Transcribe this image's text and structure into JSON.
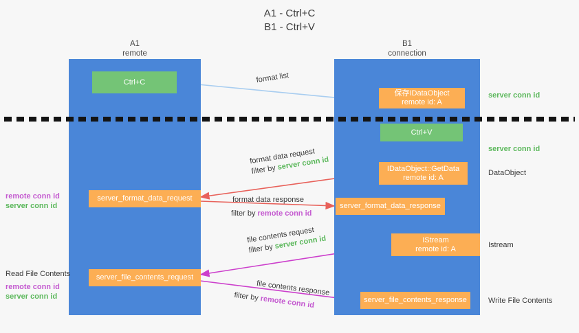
{
  "title": {
    "line1": "A1 - Ctrl+C",
    "line2": "B1 - Ctrl+V"
  },
  "colors": {
    "lane": "#4a86d8",
    "green_node": "#74c476",
    "orange_node": "#fcae54",
    "server_conn_id": "#5cb85c",
    "remote_conn_id": "#c45ad0",
    "format_list_arrow": "#a8cdf0",
    "format_data_arrow": "#e8615a",
    "file_contents_arrow": "#cc3fcc",
    "black_arrow": "#1a1a1a",
    "background": "#f7f7f7"
  },
  "columns": [
    {
      "name": "A1",
      "sub": "remote"
    },
    {
      "name": "B1",
      "sub": "connection"
    }
  ],
  "nodes": {
    "ctrl_c": {
      "label": "Ctrl+C"
    },
    "set_dataobject": {
      "line1": "保存IDataObject",
      "line2": "remote id: A"
    },
    "ctrl_v": {
      "label": "Ctrl+V"
    },
    "getdata": {
      "line1": "IDataObject::GetData",
      "line2": "remote id: A"
    },
    "server_format_data_request": {
      "label": "server_format_data_request"
    },
    "server_format_data_response": {
      "label": "server_format_data_response"
    },
    "istream": {
      "line1": "IStream",
      "line2": "remote id: A"
    },
    "server_file_contents_request": {
      "label": "server_file_contents_request"
    },
    "server_file_contents_response": {
      "label": "server_file_contents_response"
    }
  },
  "right_labels": [
    {
      "text": "server conn id",
      "style": "green"
    },
    {
      "text": "server conn id",
      "style": "green"
    },
    {
      "text": "DataObject",
      "style": "plain"
    },
    {
      "text": "Istream",
      "style": "plain"
    },
    {
      "text": "Write File Contents",
      "style": "plain"
    }
  ],
  "left_labels": {
    "group1": {
      "remote": "remote conn id",
      "server": "server conn id"
    },
    "read_file_contents": "Read File Contents",
    "group2": {
      "remote": "remote conn id",
      "server": "server conn id"
    }
  },
  "flows": [
    {
      "id": "format_list",
      "text": "format list"
    },
    {
      "id": "format_data_request",
      "line1": "format data request",
      "filter_prefix": "filter by ",
      "filter_value": "server conn id",
      "filter_style": "green"
    },
    {
      "id": "format_data_response",
      "line1": "format data response",
      "filter_prefix": "filter by ",
      "filter_value": "remote conn id",
      "filter_style": "purple"
    },
    {
      "id": "file_contents_request",
      "line1": "file contents request",
      "filter_prefix": "filter by ",
      "filter_value": "server conn id",
      "filter_style": "green"
    },
    {
      "id": "file_contents_response",
      "line1": "file contents response",
      "filter_prefix": "filter by ",
      "filter_value": "remote conn id",
      "filter_style": "purple"
    }
  ]
}
